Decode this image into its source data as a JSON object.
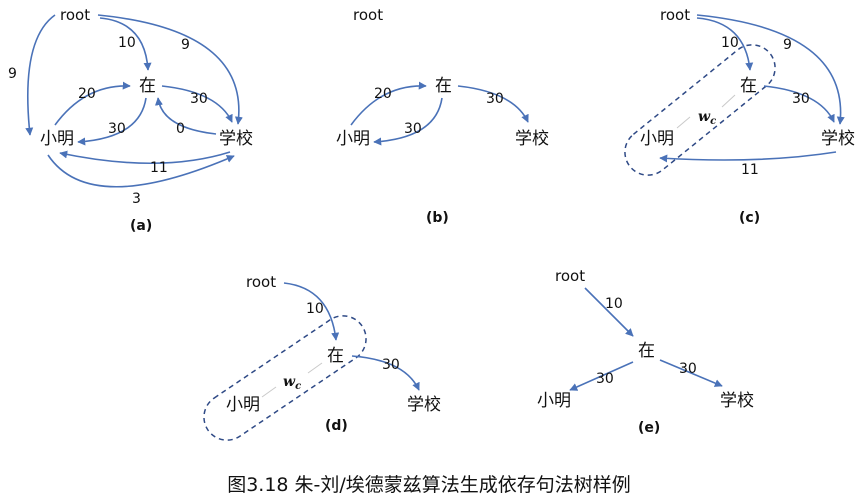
{
  "nodes": {
    "root": "root",
    "zai": "在",
    "xiaoming": "小明",
    "xuexiao": "学校"
  },
  "contracted": "w",
  "contracted_sub": "c",
  "panels": {
    "a": {
      "label": "(a)",
      "w_root_zai": "10",
      "w_root_xuexiao": "9",
      "w_root_xiaoming": "9",
      "w_xiaoming_zai": "20",
      "w_zai_xiaoming": "30",
      "w_zai_xuexiao": "30",
      "w_xuexiao_zai": "0",
      "w_xuexiao_xiaoming": "11",
      "w_xiaoming_xuexiao": "3"
    },
    "b": {
      "label": "(b)",
      "w_xiaoming_zai": "20",
      "w_zai_xiaoming": "30",
      "w_zai_xuexiao": "30"
    },
    "c": {
      "label": "(c)",
      "w_root_zai": "10",
      "w_root_xuexiao": "9",
      "w_zai_xuexiao": "30",
      "w_xuexiao_wc": "11"
    },
    "d": {
      "label": "(d)",
      "w_root_zai": "10",
      "w_zai_xuexiao": "30"
    },
    "e": {
      "label": "(e)",
      "w_root_zai": "10",
      "w_zai_xiaoming": "30",
      "w_zai_xuexiao": "30"
    }
  },
  "caption": "图3.18 朱-刘/埃德蒙兹算法生成依存句法树样例"
}
